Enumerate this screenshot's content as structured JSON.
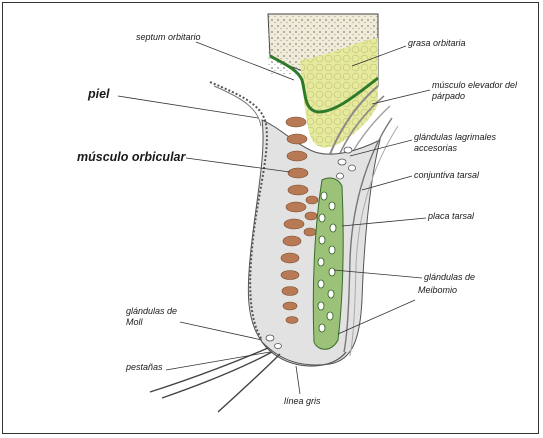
{
  "labels": {
    "septum": "septum orbitario",
    "grasa": "grasa orbitaria",
    "elevador_1": "músculo elevador del",
    "elevador_2": "párpado",
    "piel": "piel",
    "orbicular": "músculo orbicular",
    "lagrimales_1": "glándulas lagrimales",
    "lagrimales_2": "accesorias",
    "conjuntiva": "conjuntiva tarsal",
    "placa": "placa tarsal",
    "meibomio_1": "glándulas de",
    "meibomio_2": "Meibomio",
    "moll_1": "glándulas de",
    "moll_2": "Moll",
    "pestanas": "pestañas",
    "linea_gris": "línea gris"
  },
  "colors": {
    "bone": "#f0ead8",
    "fat": "#e6ea9e",
    "muscle": "#b87a55",
    "tarsal": "#9cc27a",
    "septum": "#2f7a2a",
    "skin": "#e2e2e2",
    "line": "#333333"
  }
}
